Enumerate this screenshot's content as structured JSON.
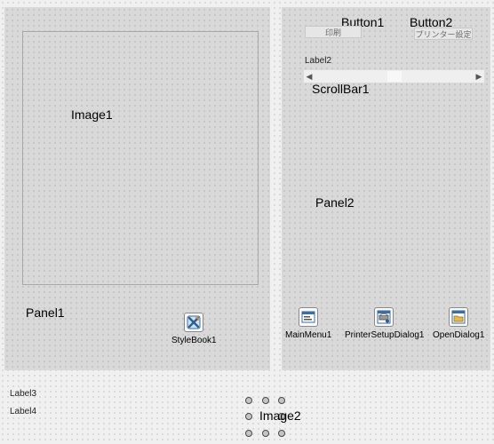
{
  "panel1": {
    "caption": "Panel1",
    "image_caption": "Image1",
    "stylebook": {
      "label": "StyleBook1",
      "icon": "stylebook-icon"
    }
  },
  "panel2": {
    "caption": "Panel2",
    "button1": {
      "caption": "Button1",
      "text": "印刷"
    },
    "button2": {
      "caption": "Button2",
      "text": "プリンター設定"
    },
    "label2": "Label2",
    "scrollbar_caption": "ScrollBar1",
    "scrollbar_position": 0.5,
    "components": [
      {
        "label": "MainMenu1",
        "icon": "main-menu-icon"
      },
      {
        "label": "PrinterSetupDialog1",
        "icon": "printer-setup-dialog-icon"
      },
      {
        "label": "OpenDialog1",
        "icon": "open-dialog-icon"
      }
    ]
  },
  "form": {
    "label3": "Label3",
    "label4": "Label4",
    "image2_caption": "Image2"
  }
}
